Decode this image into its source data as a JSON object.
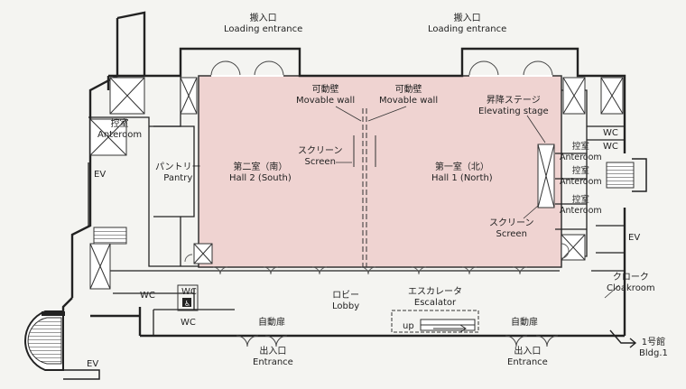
{
  "loading_left": {
    "jp": "搬入口",
    "en": "Loading entrance"
  },
  "loading_right": {
    "jp": "搬入口",
    "en": "Loading entrance"
  },
  "movable_left": {
    "jp": "可動壁",
    "en": "Movable wall"
  },
  "movable_right": {
    "jp": "可動壁",
    "en": "Movable wall"
  },
  "elevating_stage": {
    "jp": "昇降ステージ",
    "en": "Elevating stage"
  },
  "anteroom_left": {
    "jp": "控室",
    "en": "Anteroom"
  },
  "anteroom_r1": {
    "jp": "控室",
    "en": "Anteroom"
  },
  "anteroom_r2": {
    "jp": "控室",
    "en": "Anteroom"
  },
  "anteroom_r3": {
    "jp": "控室",
    "en": "Anteroom"
  },
  "pantry": {
    "jp": "パントリー",
    "en": "Pantry"
  },
  "screen_left": {
    "jp": "スクリーン",
    "en": "Screen"
  },
  "screen_right": {
    "jp": "スクリーン",
    "en": "Screen"
  },
  "hall2": {
    "jp": "第二室（南）",
    "en": "Hall 2 (South)"
  },
  "hall1": {
    "jp": "第一室（北）",
    "en": "Hall 1 (North)"
  },
  "ev_left": "EV",
  "ev_bottom": "EV",
  "ev_right": "EV",
  "wc_right_1": "WC",
  "wc_right_2": "WC",
  "wc_lower_1": "WC",
  "wc_lower_2": "WC",
  "wc_lower_3": "WC",
  "lobby": {
    "jp": "ロビー",
    "en": "Lobby"
  },
  "escalator": {
    "jp": "エスカレータ",
    "en": "Escalator"
  },
  "up_label": "up",
  "auto_door_left": "自動扉",
  "auto_door_right": "自動扉",
  "entrance_left": {
    "jp": "出入口",
    "en": "Entrance"
  },
  "entrance_right": {
    "jp": "出入口",
    "en": "Entrance"
  },
  "cloakroom": {
    "jp": "クローク",
    "en": "Cloakroom"
  },
  "bldg1": {
    "jp": "1号館",
    "en": "Bldg.1"
  },
  "colors": {
    "hall": "#efd3d1",
    "wall": "#222222",
    "background": "#f4f4f1",
    "stair": "#ffffff"
  }
}
